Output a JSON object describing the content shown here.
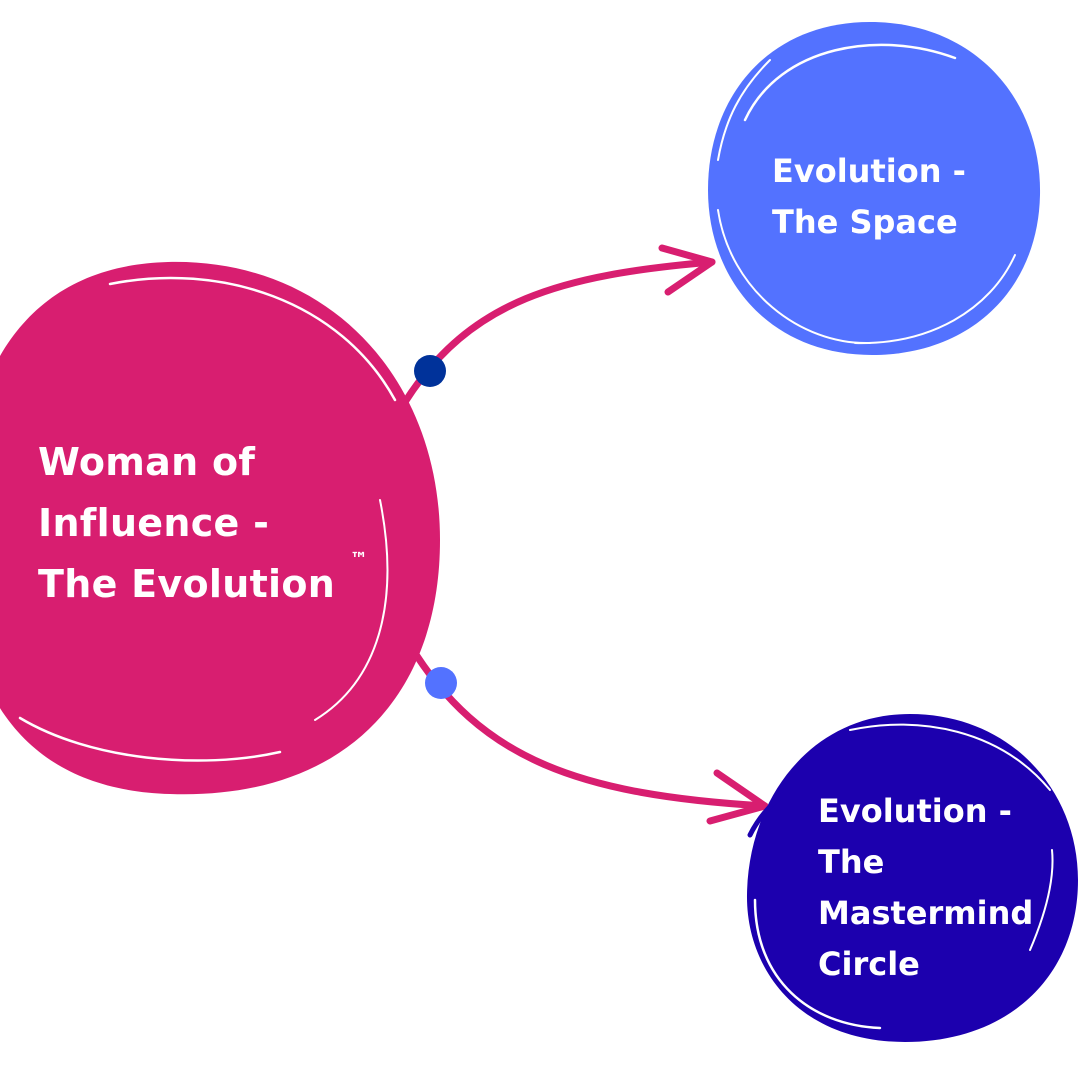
{
  "diagram": {
    "main_node": {
      "lines": [
        "Woman of",
        "Influence -",
        "The Evolution"
      ],
      "trademark": "™",
      "color": "#D81E70"
    },
    "nodes": [
      {
        "id": "space",
        "lines": [
          "Evolution -",
          "The Space"
        ],
        "color": "#5372FF"
      },
      {
        "id": "mastermind",
        "lines": [
          "Evolution -",
          "The",
          "Mastermind",
          "Circle"
        ],
        "color": "#1C00AE"
      }
    ],
    "connectors": [
      {
        "from": "main",
        "to": "space",
        "color": "#D81E70",
        "dot_color": "#00329A"
      },
      {
        "from": "main",
        "to": "mastermind",
        "color": "#D81E70",
        "dot_color": "#5372FF"
      }
    ],
    "background": "#FFFFFF"
  }
}
